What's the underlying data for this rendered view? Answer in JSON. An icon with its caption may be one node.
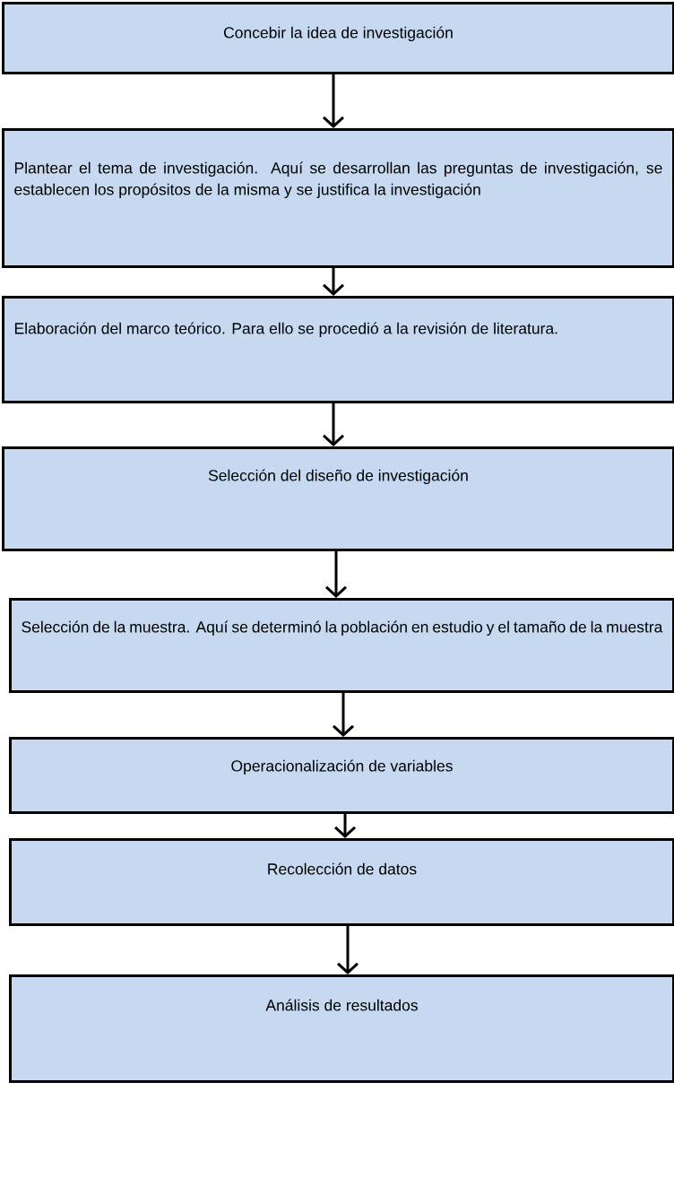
{
  "diagram": {
    "nodes": [
      {
        "text": [
          "Concebir la idea de investigación"
        ]
      },
      {
        "text": [
          "Plantear  el tema de investigación. Aquí se desarrollan las preguntas de investigación, se establecen los propósitos de la misma y se justifica la investigación"
        ]
      },
      {
        "text": [
          "Elaboración del marco teórico. Para ello se procedió a la revisión de literatura."
        ]
      },
      {
        "text": [
          "Selección del diseño de investigación"
        ]
      },
      {
        "text": [
          "Selección de la muestra. Aquí se determinó la población en estudio y el tamaño de la muestra"
        ]
      },
      {
        "text": [
          "Operacionalización de variables"
        ]
      },
      {
        "text": [
          "Recolección de datos"
        ]
      },
      {
        "text": [
          "Análisis de resultados"
        ]
      }
    ],
    "edges": [
      {
        "from": 0,
        "to": 1,
        "arrow": "to"
      },
      {
        "from": 1,
        "to": 2,
        "arrow": "to"
      },
      {
        "from": 2,
        "to": 3,
        "arrow": "to"
      },
      {
        "from": 3,
        "to": 4,
        "arrow": "to"
      },
      {
        "from": 4,
        "to": 5,
        "arrow": "to"
      },
      {
        "from": 5,
        "to": 6,
        "arrow": "to"
      },
      {
        "from": 6,
        "to": 7,
        "arrow": "to"
      }
    ]
  }
}
